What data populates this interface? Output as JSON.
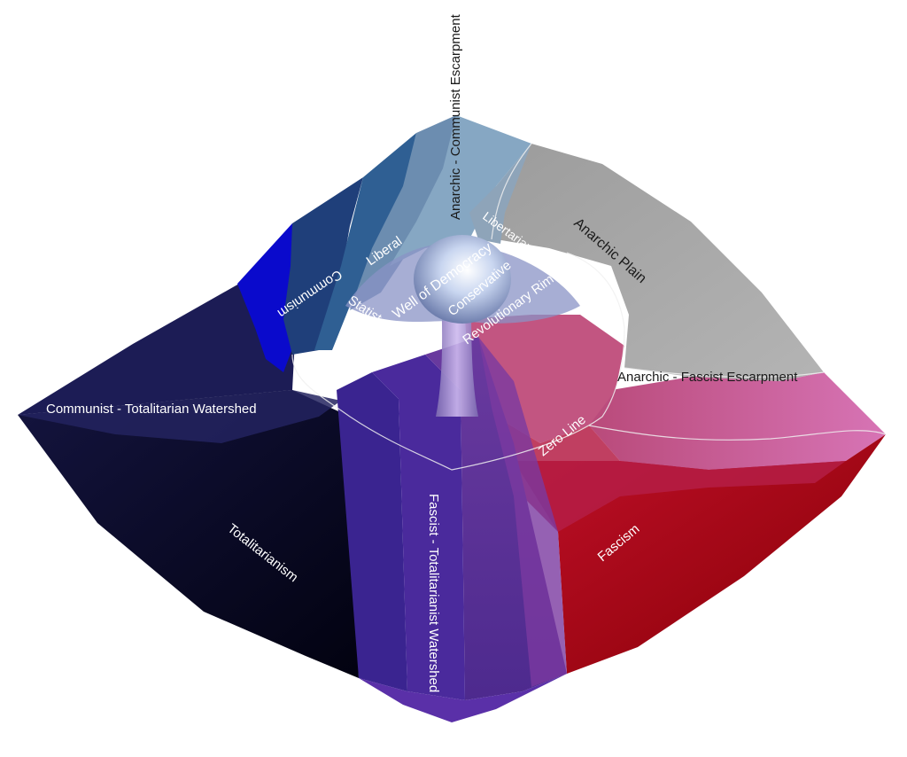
{
  "labels": {
    "anarchic_communist_escarpment": "Anarchic - Communist Escarpment",
    "libertarian": "Libertarian",
    "anarchic_plain": "Anarchic Plain",
    "liberal": "Liberal",
    "communism": "Communism",
    "well_of_democracy": "Well of Democracy",
    "statist": "Statist",
    "conservative": "Conservative",
    "revolutionary_rim": "Revolutionary Rim",
    "anarchic_fascist_escarpment": "Anarchic - Fascist Escarpment",
    "communist_totalitarian_watershed": "Communist - Totalitarian Watershed",
    "zero_line": "Zero Line",
    "fascist_totalitarianist_watershed": "Fascist - Totalitarianist Watershed",
    "totalitarianism": "Totalitarianism",
    "fascism": "Fascism"
  },
  "colors": {
    "totalitarian": "#05051c",
    "navy": "#1c1c55",
    "communism_blue": "#0a0acc",
    "steel_blue": "#2f5f93",
    "pale_blue": "#86a7c3",
    "anarchic_grey": "#a7a7a7",
    "fascism_red": "#9c0008",
    "pink": "#c25581",
    "purple": "#4a2a9c",
    "violet": "#7a3aa0"
  }
}
